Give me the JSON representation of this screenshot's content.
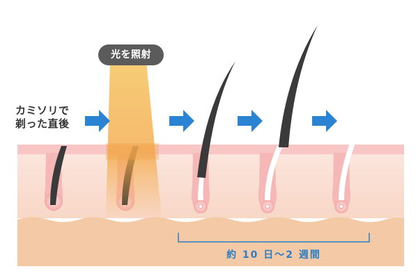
{
  "labels": {
    "before_line1": "カミソリで",
    "before_line2": "剃った直後",
    "light": "光を照射",
    "period": "約 10 日〜2 週間"
  },
  "colors": {
    "skin_top": "#f8c6c4",
    "skin_mid": "#fbe2d9",
    "skin_deep": "#f4caa6",
    "hair": "#3a3a3a",
    "arrow": "#2b84d3",
    "light": "#f4b24e",
    "bracket": "#2b7dc4",
    "pill_bg": "#5b5b5b"
  },
  "icons": [
    "arrow-right-icon",
    "hair-follicle-icon",
    "light-beam-icon"
  ]
}
